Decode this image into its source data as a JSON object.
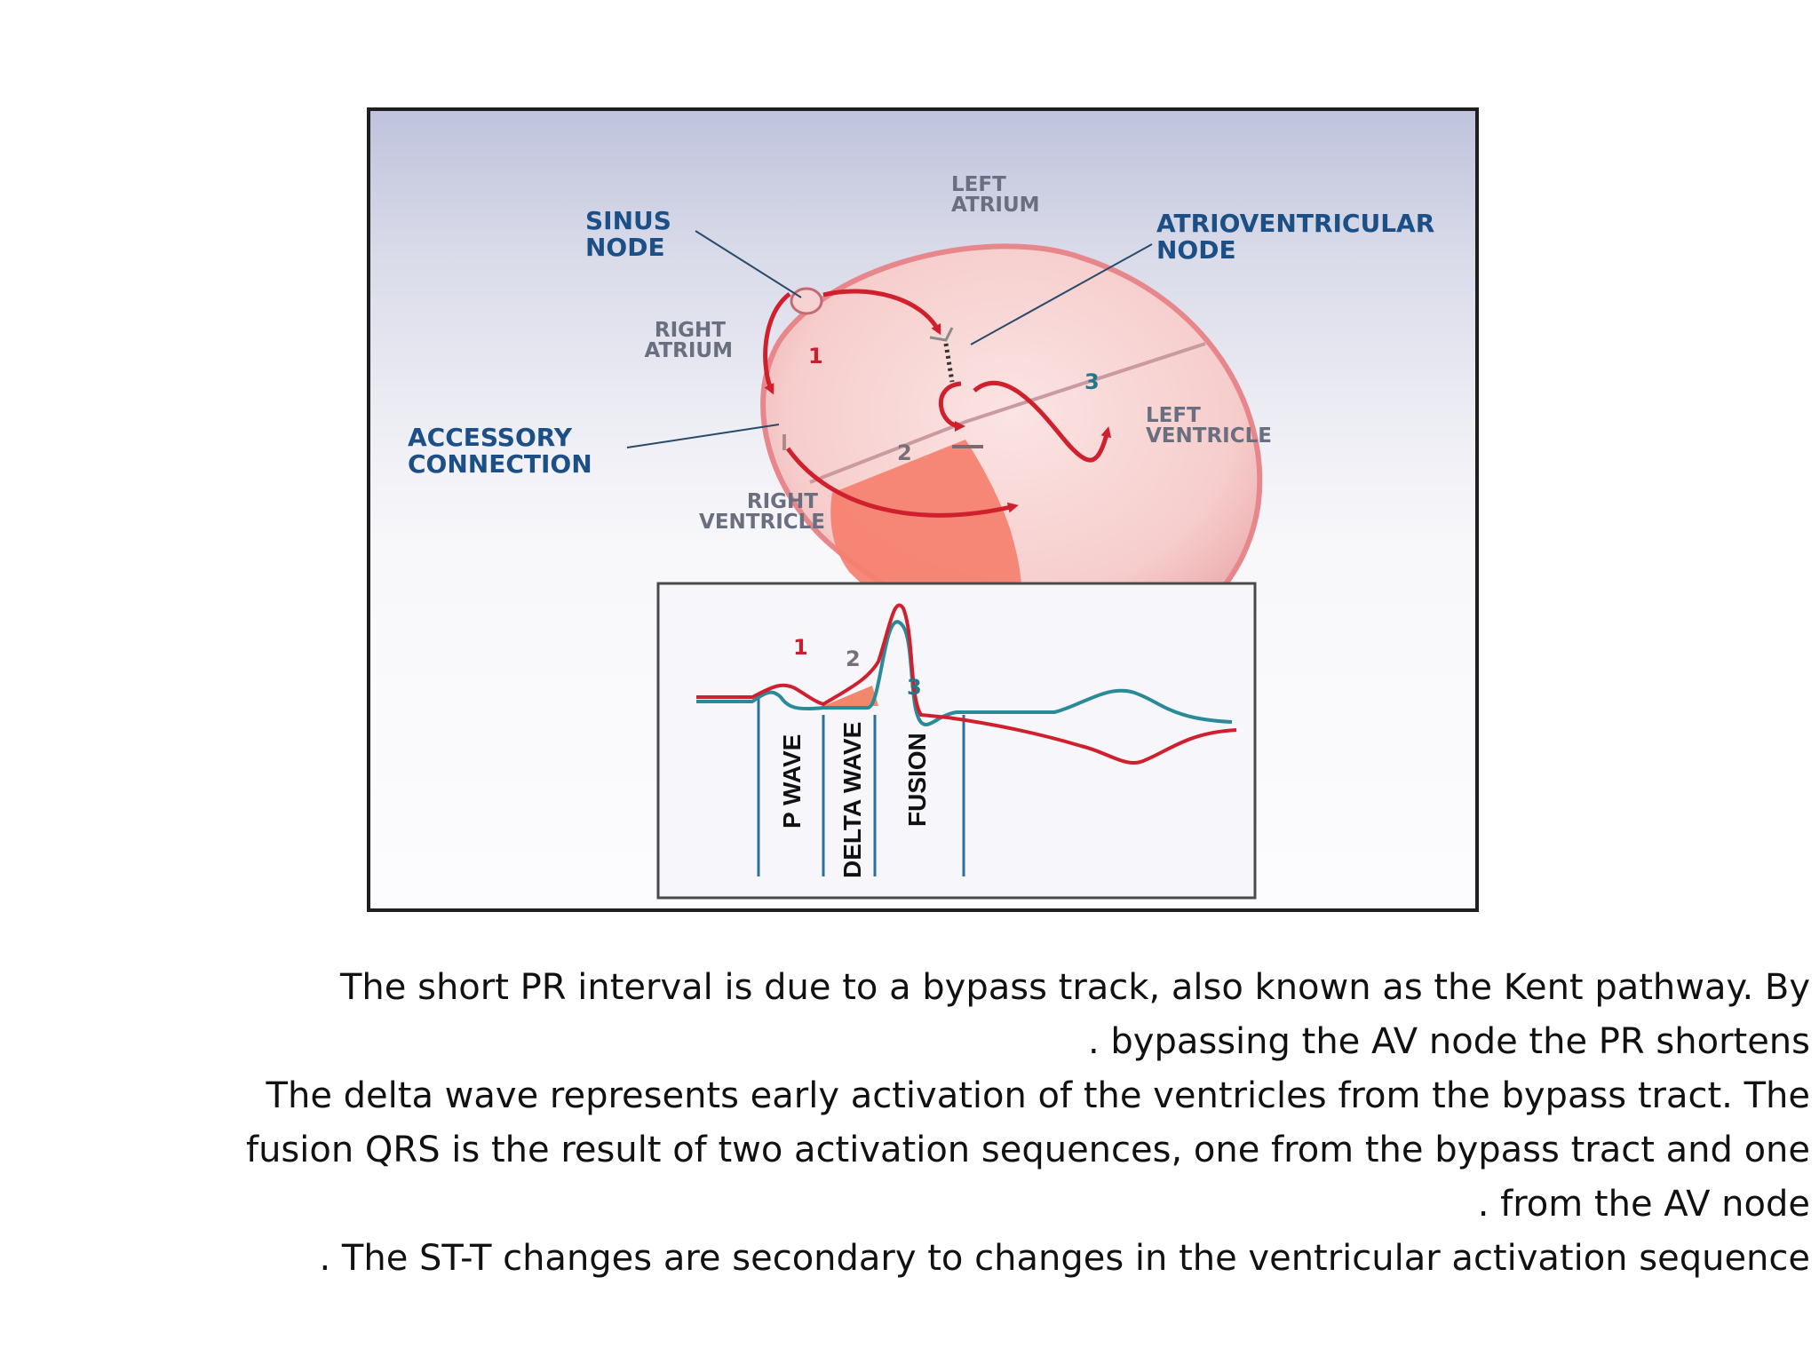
{
  "labels": {
    "sinus_node": [
      "SINUS",
      "NODE"
    ],
    "left_atrium": [
      "LEFT",
      "ATRIUM"
    ],
    "av_node": [
      "ATRIOVENTRICULAR",
      "NODE"
    ],
    "right_atrium": [
      "RIGHT",
      "ATRIUM"
    ],
    "accessory": [
      "ACCESSORY",
      "CONNECTION"
    ],
    "left_ventricle": [
      "LEFT",
      "VENTRICLE"
    ],
    "right_ventricle": [
      "RIGHT",
      "VENTRICLE"
    ],
    "num1": "1",
    "num2": "2",
    "num3": "3"
  },
  "ecg": {
    "num1": "1",
    "num2": "2",
    "num3": "3",
    "p_wave": "P WAVE",
    "delta_wave": "DELTA WAVE",
    "fusion": "FUSION"
  },
  "colors": {
    "pathway_red": "#d0202e",
    "label_blue": "#1c4f86",
    "wave_teal": "#2a8a98"
  },
  "caption": {
    "lines": [
      "The short PR interval is due to a bypass track, also known as the Kent pathway. By",
      ". bypassing the AV node the PR shortens",
      "The delta wave represents early activation of the ventricles from the bypass tract. The",
      "fusion QRS is the result of two activation sequences, one from the bypass tract and one",
      ". from the AV node",
      ". The ST-T changes are secondary to changes in the ventricular activation sequence"
    ]
  }
}
